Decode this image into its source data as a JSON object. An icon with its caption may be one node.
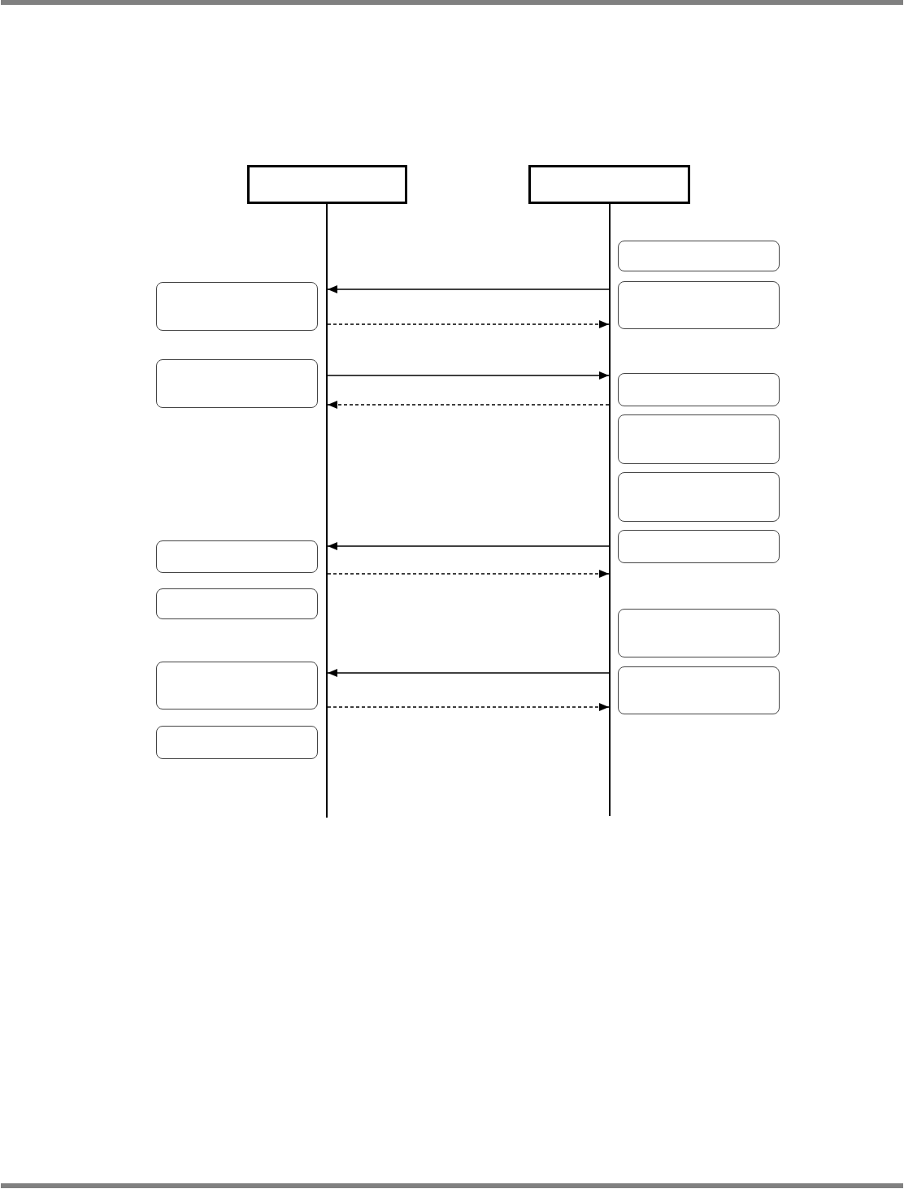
{
  "diagram": {
    "nodes": [
      {
        "text": [],
        "shape": "box"
      },
      {
        "text": [],
        "shape": "box"
      },
      {
        "text": [],
        "shape": "bar"
      },
      {
        "text": [],
        "shape": "bar"
      },
      {
        "text": [],
        "shape": "box"
      },
      {
        "text": [],
        "shape": "box"
      },
      {
        "text": [],
        "shape": "box"
      },
      {
        "text": [],
        "shape": "box"
      },
      {
        "text": [],
        "shape": "box"
      },
      {
        "text": [],
        "shape": "box"
      },
      {
        "text": [],
        "shape": "box"
      },
      {
        "text": [],
        "shape": "box"
      },
      {
        "text": [],
        "shape": "box"
      },
      {
        "text": [],
        "shape": "box"
      },
      {
        "text": [],
        "shape": "box"
      },
      {
        "text": [],
        "shape": "box"
      },
      {
        "text": [],
        "shape": "box"
      },
      {
        "text": [],
        "shape": "box"
      }
    ],
    "edges": [
      {
        "from": 3,
        "to": 2,
        "arrow": "to"
      },
      {
        "from": 2,
        "to": 3,
        "arrow": "to",
        "style": "dashed"
      },
      {
        "from": 2,
        "to": 3,
        "arrow": "to"
      },
      {
        "from": 3,
        "to": 2,
        "arrow": "to",
        "style": "dashed"
      },
      {
        "from": 3,
        "to": 2,
        "arrow": "to"
      },
      {
        "from": 2,
        "to": 3,
        "arrow": "to",
        "style": "dashed"
      },
      {
        "from": 3,
        "to": 2,
        "arrow": "to"
      },
      {
        "from": 2,
        "to": 3,
        "arrow": "to",
        "style": "dashed"
      }
    ]
  }
}
